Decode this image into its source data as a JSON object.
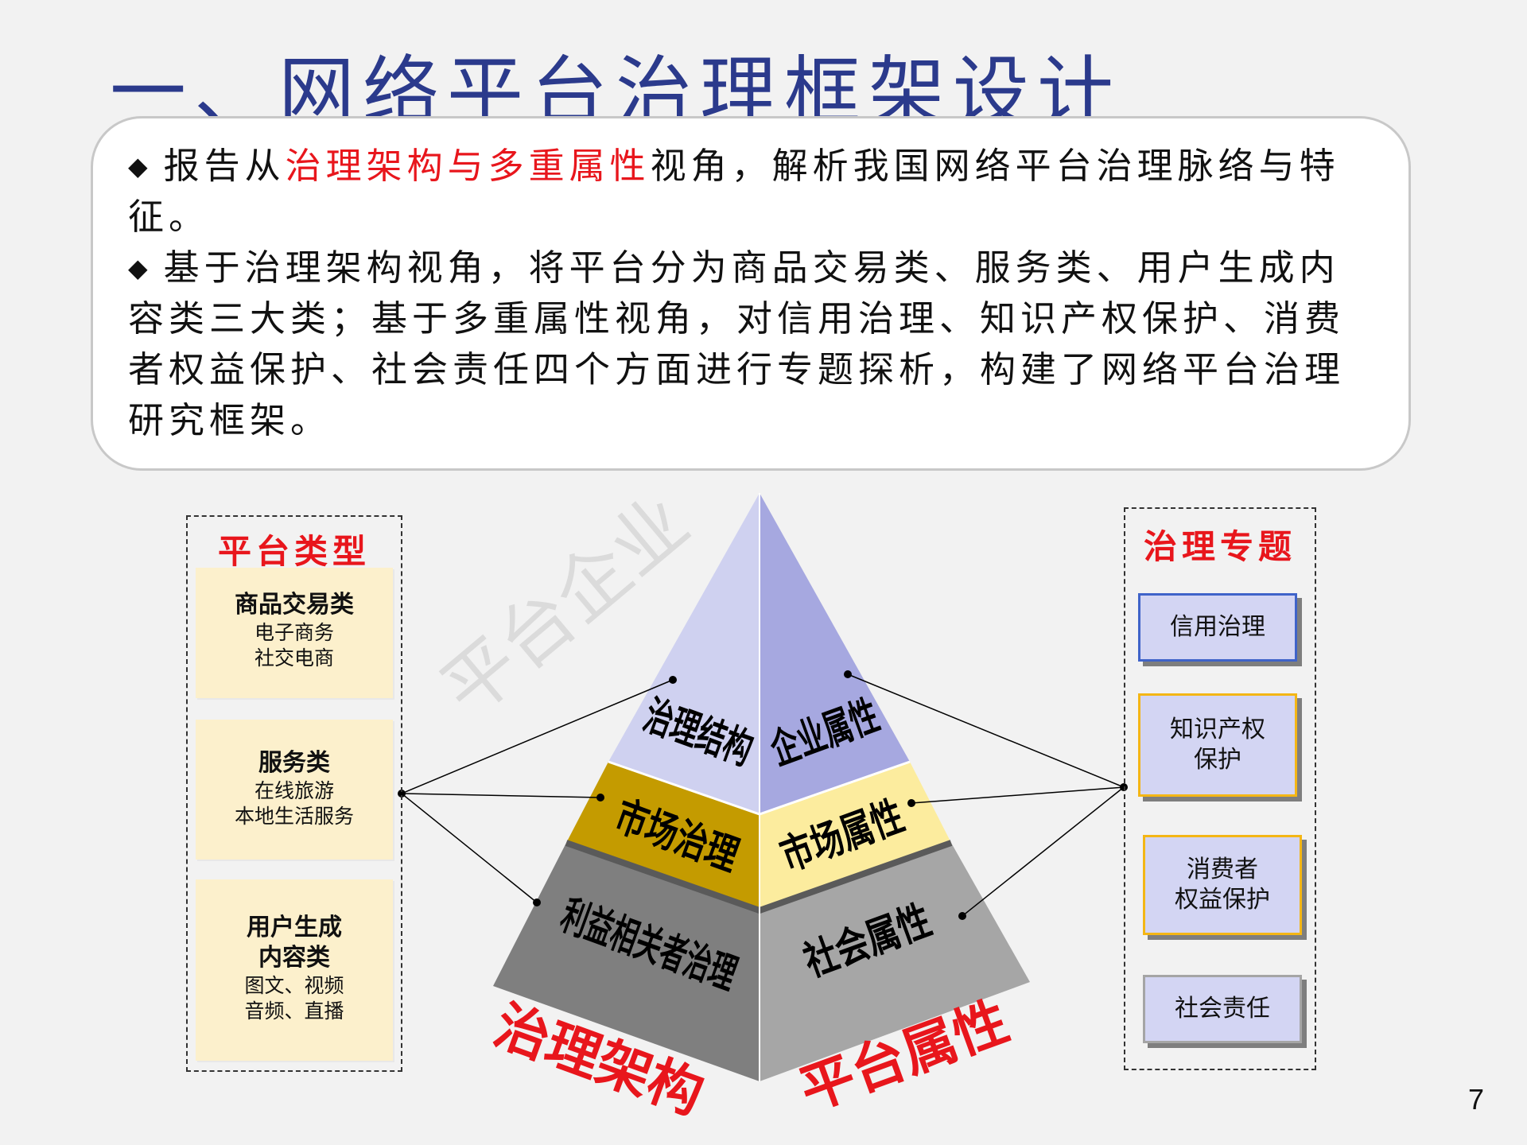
{
  "title": "一、网络平台治理框架设计",
  "summary": {
    "p1_pre": "报告从",
    "p1_highlight": "治理架构与多重属性",
    "p1_post": "视角，解析我国网络平台治理脉络与特征。",
    "p2": "基于治理架构视角，将平台分为商品交易类、服务类、用户生成内容类三大类；基于多重属性视角，对信用治理、知识产权保护、消费者权益保护、社会责任四个方面进行专题探析，构建了网络平台治理研究框架。"
  },
  "left_panel": {
    "title": "平台类型",
    "cards": [
      {
        "name": "商品交易类",
        "subs": [
          "电子商务",
          "社交电商"
        ]
      },
      {
        "name": "服务类",
        "subs": [
          "在线旅游",
          "本地生活服务"
        ]
      },
      {
        "name": "用户生成内容类",
        "name_line1": "用户生成",
        "name_line2": "内容类",
        "subs": [
          "图文、视频",
          "音频、直播"
        ]
      }
    ]
  },
  "right_panel": {
    "title": "治理专题",
    "cards": [
      {
        "line1": "信用治理",
        "line2": ""
      },
      {
        "line1": "知识产权",
        "line2": "保护"
      },
      {
        "line1": "消费者",
        "line2": "权益保护"
      },
      {
        "line1": "社会责任",
        "line2": ""
      }
    ]
  },
  "pyramid": {
    "left_tiers": [
      "治理结构",
      "市场治理",
      "利益相关者治理"
    ],
    "right_tiers": [
      "企业属性",
      "市场属性",
      "社会属性"
    ],
    "left_caption": "治理架构",
    "right_caption": "平台属性",
    "watermark": "平台企业"
  },
  "colors": {
    "title": "#2b3a8c",
    "highlight": "#e8161c",
    "tier_top_left": "#cfd1f0",
    "tier_top_right": "#a6a8e0",
    "tier_mid_left": "#c49b00",
    "tier_mid_right": "#fcec9e",
    "tier_base_left": "#7f7f7f",
    "tier_base_right": "#a6a6a6"
  },
  "page_number": "7"
}
